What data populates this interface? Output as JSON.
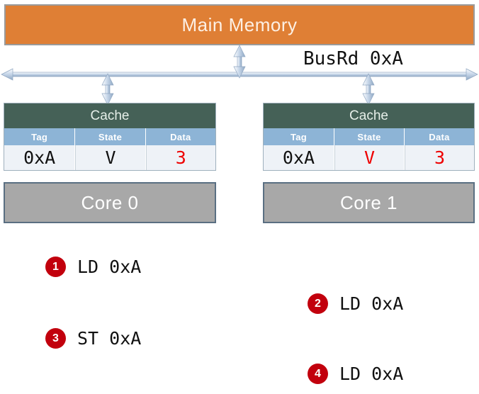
{
  "memory": {
    "label": "Main Memory",
    "fill": "#df7f35",
    "border": "#9a9a9a"
  },
  "bus": {
    "label": "BusRd 0xA",
    "line_color": "#a8bcd4"
  },
  "caches": [
    {
      "title": "Cache",
      "core_label": "Core 0",
      "columns": [
        {
          "header": "Tag",
          "value": "0xA",
          "value_color": "#111111"
        },
        {
          "header": "State",
          "value": "V",
          "value_color": "#111111"
        },
        {
          "header": "Data",
          "value": "3",
          "value_color": "#ee0000"
        }
      ]
    },
    {
      "title": "Cache",
      "core_label": "Core 1",
      "columns": [
        {
          "header": "Tag",
          "value": "0xA",
          "value_color": "#111111"
        },
        {
          "header": "State",
          "value": "V",
          "value_color": "#ee0000"
        },
        {
          "header": "Data",
          "value": "3",
          "value_color": "#ee0000"
        }
      ]
    }
  ],
  "instructions": [
    {
      "number": "1",
      "text": "LD 0xA"
    },
    {
      "number": "2",
      "text": "LD 0xA"
    },
    {
      "number": "3",
      "text": "ST 0xA"
    },
    {
      "number": "4",
      "text": "LD 0xA"
    }
  ],
  "colors": {
    "badge": "#c2000d",
    "cache_title_bg": "#456157",
    "col_head_bg": "#8db4d6",
    "cell_bg": "#eef2f7",
    "core_bg": "#a8a8a8",
    "core_border": "#5a6f82",
    "highlight_red": "#ee0000"
  }
}
